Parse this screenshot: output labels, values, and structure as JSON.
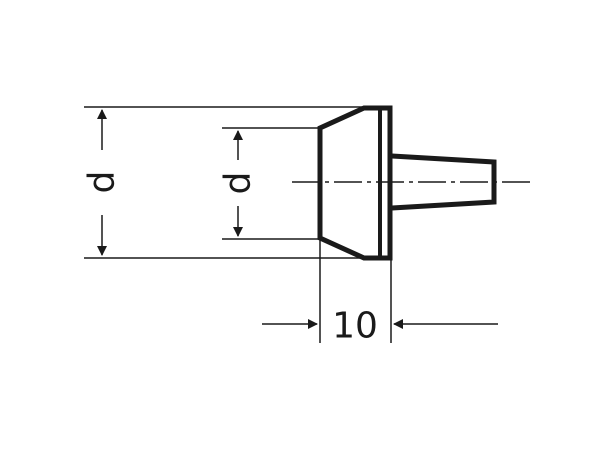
{
  "diagram": {
    "outer_diameter_label": "d",
    "inner_diameter_label": "d",
    "width_dimension_label": "10",
    "colors": {
      "line": "#1a1a1a",
      "background": "#ffffff"
    }
  }
}
